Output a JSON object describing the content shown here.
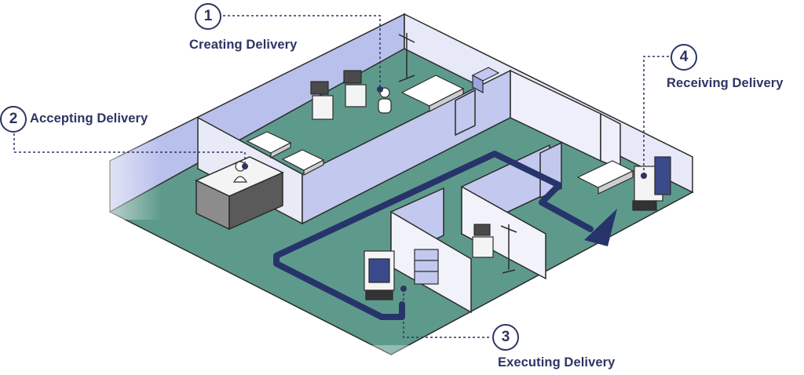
{
  "colors": {
    "floor": "#5e9a8c",
    "wall_back": "#b9c0eb",
    "wall_light": "#e7e8f8",
    "outline": "#2b2b2b",
    "route": "#27346a",
    "label": "#2c3563"
  },
  "icons": [
    "bed-icon",
    "patient-monitor-icon",
    "iv-stand-icon",
    "nurse-icon",
    "reception-desk-icon",
    "delivery-robot-icon",
    "storage-shelf-icon",
    "direction-arrow-icon"
  ],
  "steps": [
    {
      "number": "1",
      "label": "Creating Delivery"
    },
    {
      "number": "2",
      "label": "Accepting Delivery"
    },
    {
      "number": "3",
      "label": "Executing Delivery"
    },
    {
      "number": "4",
      "label": "Receiving Delivery"
    }
  ]
}
